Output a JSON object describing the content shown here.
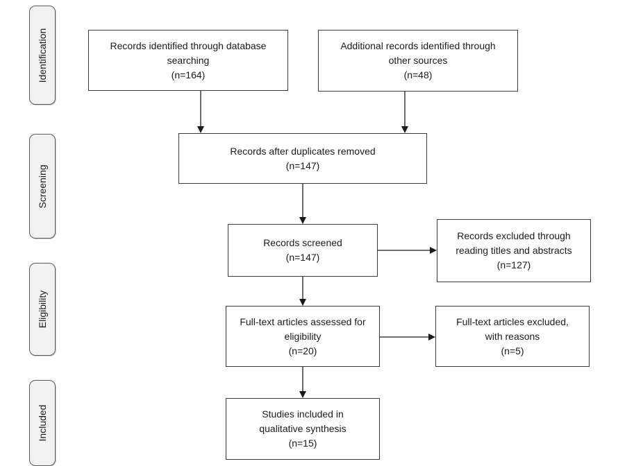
{
  "phases": {
    "identification": "Identification",
    "screening": "Screening",
    "eligibility": "Eligibility",
    "included": "Included"
  },
  "boxes": {
    "database_records": {
      "lines": [
        "Records identified through database",
        "searching",
        "(n=164)"
      ]
    },
    "other_sources": {
      "lines": [
        "Additional records identified through",
        "other sources",
        "(n=48)"
      ]
    },
    "after_duplicates": {
      "lines": [
        "Records after duplicates removed",
        "(n=147)"
      ]
    },
    "screened": {
      "lines": [
        "Records screened",
        "(n=147)"
      ]
    },
    "excluded_titles": {
      "lines": [
        "Records excluded through",
        "reading titles and abstracts",
        "(n=127)"
      ]
    },
    "fulltext_assessed": {
      "lines": [
        "Full-text articles assessed for",
        "eligibility",
        "(n=20)"
      ]
    },
    "fulltext_excluded": {
      "lines": [
        "Full-text articles excluded,",
        "with reasons",
        "(n=5)"
      ]
    },
    "included": {
      "lines": [
        "Studies included in",
        "qualitative synthesis",
        "(n=15)"
      ]
    }
  }
}
